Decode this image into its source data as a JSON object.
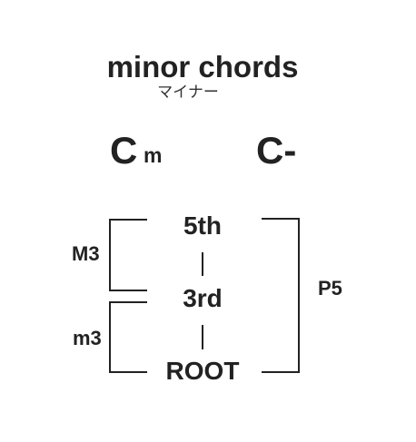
{
  "title": "minor chords",
  "subtitle": "マイナー",
  "chord_symbols": {
    "root": "C",
    "suffix": "m",
    "alternate": "C-"
  },
  "notes": {
    "fifth": "5th",
    "third": "3rd",
    "root": "ROOT"
  },
  "intervals": {
    "root_to_third": "m3",
    "third_to_fifth": "M3",
    "root_to_fifth": "P5"
  }
}
